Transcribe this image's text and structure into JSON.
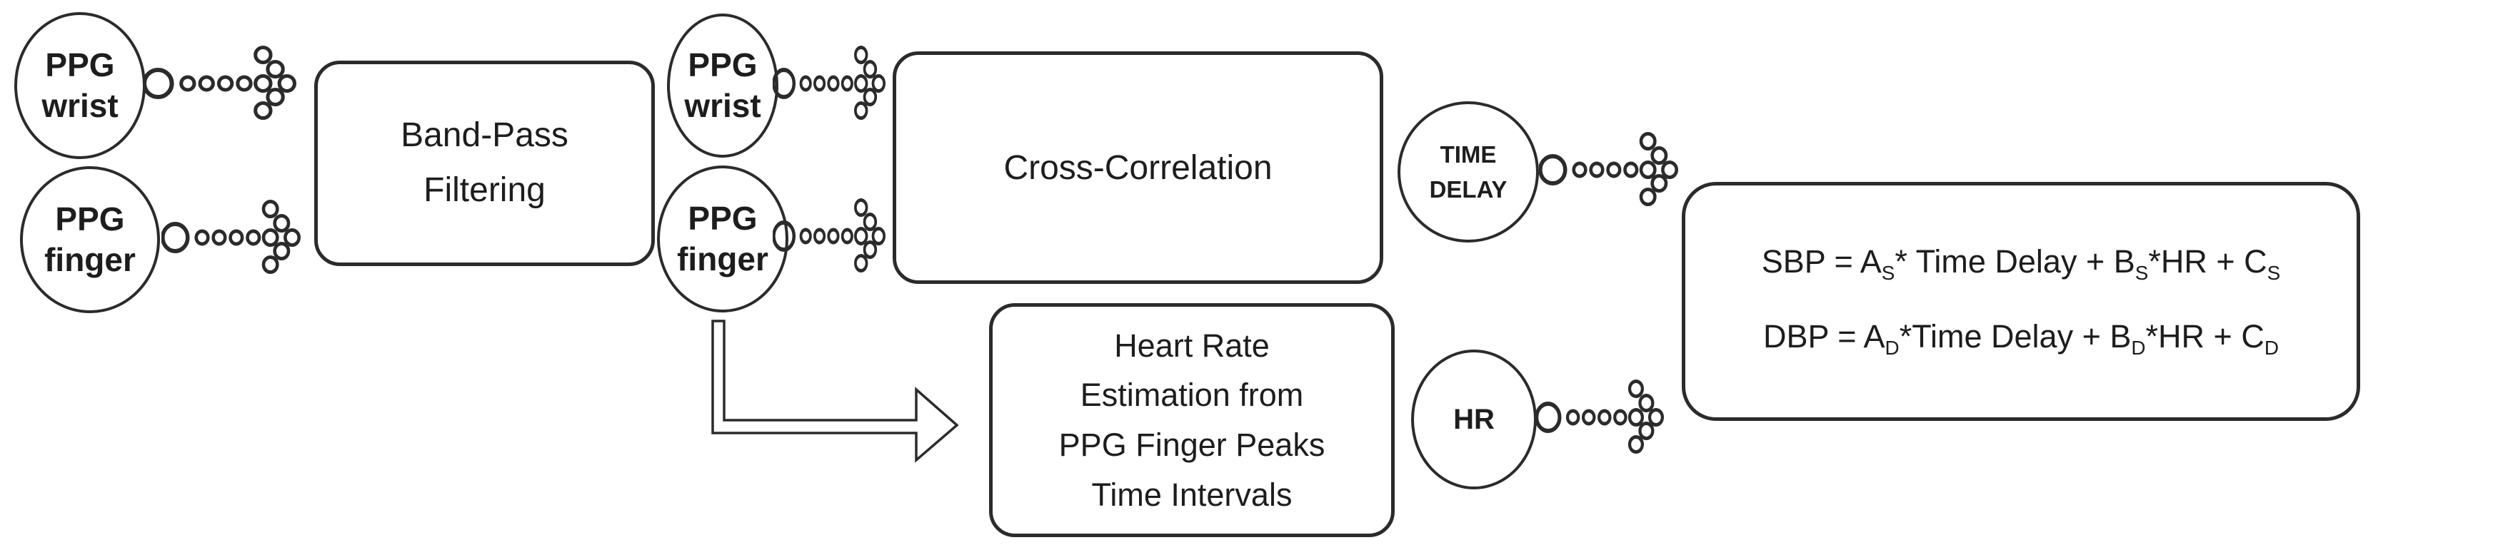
{
  "nodes": [
    {
      "id": "ppg-wrist-raw",
      "lines": [
        "PPG",
        "wrist"
      ]
    },
    {
      "id": "ppg-finger-raw",
      "lines": [
        "PPG",
        "finger"
      ]
    },
    {
      "id": "ppg-wrist-filtered",
      "lines": [
        "PPG",
        "wrist"
      ]
    },
    {
      "id": "ppg-finger-filtered",
      "lines": [
        "PPG",
        "finger"
      ]
    },
    {
      "id": "time-delay",
      "lines": [
        "TIME",
        "DELAY"
      ]
    },
    {
      "id": "hr",
      "lines": [
        "HR"
      ]
    }
  ],
  "processes": [
    {
      "id": "band-pass-filtering",
      "lines": [
        "Band-Pass",
        "Filtering"
      ]
    },
    {
      "id": "cross-correlation",
      "lines": [
        "Cross-Correlation"
      ]
    },
    {
      "id": "heart-rate-estimation",
      "lines": [
        "Heart Rate",
        "Estimation from",
        "PPG Finger Peaks",
        "Time Intervals"
      ]
    }
  ],
  "equations": {
    "sbp": {
      "segments": [
        {
          "text": "SBP = A"
        },
        {
          "sub": "S"
        },
        {
          "text": "* Time Delay + B"
        },
        {
          "sub": "S"
        },
        {
          "text": "*HR + C"
        },
        {
          "sub": "S"
        }
      ]
    },
    "dbp": {
      "segments": [
        {
          "text": "DBP = A"
        },
        {
          "sub": "D"
        },
        {
          "text": "*Time Delay + B"
        },
        {
          "sub": "D"
        },
        {
          "text": "*HR + C"
        },
        {
          "sub": "D"
        }
      ]
    }
  },
  "icons": {
    "dotted_arrow": "dotted-arrow-icon",
    "elbow_arrow": "elbow-arrow-icon"
  },
  "colors": {
    "stroke": "#2b2b2b",
    "text": "#1d1d1d",
    "background": "#ffffff"
  }
}
